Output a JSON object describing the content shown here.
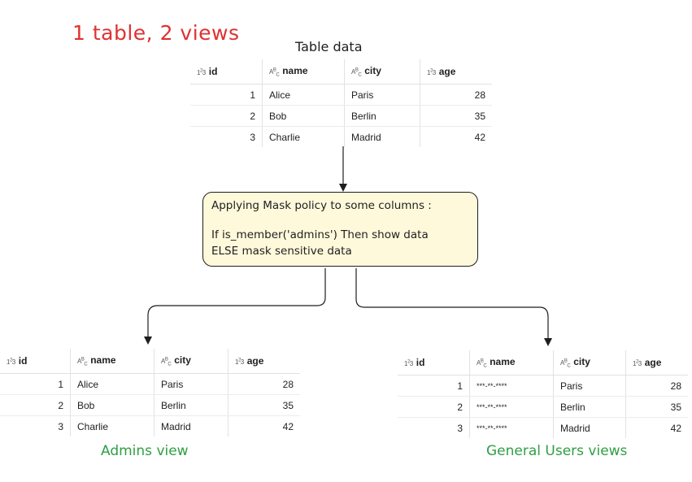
{
  "title": "1 table, 2 views",
  "source_table": {
    "caption": "Table data",
    "columns": [
      {
        "type": "123",
        "name": "id"
      },
      {
        "type": "ABC",
        "name": "name"
      },
      {
        "type": "ABC",
        "name": "city"
      },
      {
        "type": "123",
        "name": "age"
      }
    ],
    "rows": [
      [
        "1",
        "Alice",
        "Paris",
        "28"
      ],
      [
        "2",
        "Bob",
        "Berlin",
        "35"
      ],
      [
        "3",
        "Charlie",
        "Madrid",
        "42"
      ]
    ]
  },
  "policy": {
    "line1": "Applying Mask policy to some columns :",
    "line2": "If is_member('admins') Then show data",
    "line3": "ELSE mask sensitive data"
  },
  "admin_view": {
    "caption": "Admins view",
    "rows": [
      [
        "1",
        "Alice",
        "Paris",
        "28"
      ],
      [
        "2",
        "Bob",
        "Berlin",
        "35"
      ],
      [
        "3",
        "Charlie",
        "Madrid",
        "42"
      ]
    ]
  },
  "users_view": {
    "caption": "General Users views",
    "rows": [
      [
        "1",
        "***-**-****",
        "Paris",
        "28"
      ],
      [
        "2",
        "***-**-****",
        "Berlin",
        "35"
      ],
      [
        "3",
        "***-**-****",
        "Madrid",
        "42"
      ]
    ]
  },
  "colors": {
    "title": "#e03131",
    "view_caption": "#2f9e44",
    "policy_fill": "#fff9db"
  }
}
